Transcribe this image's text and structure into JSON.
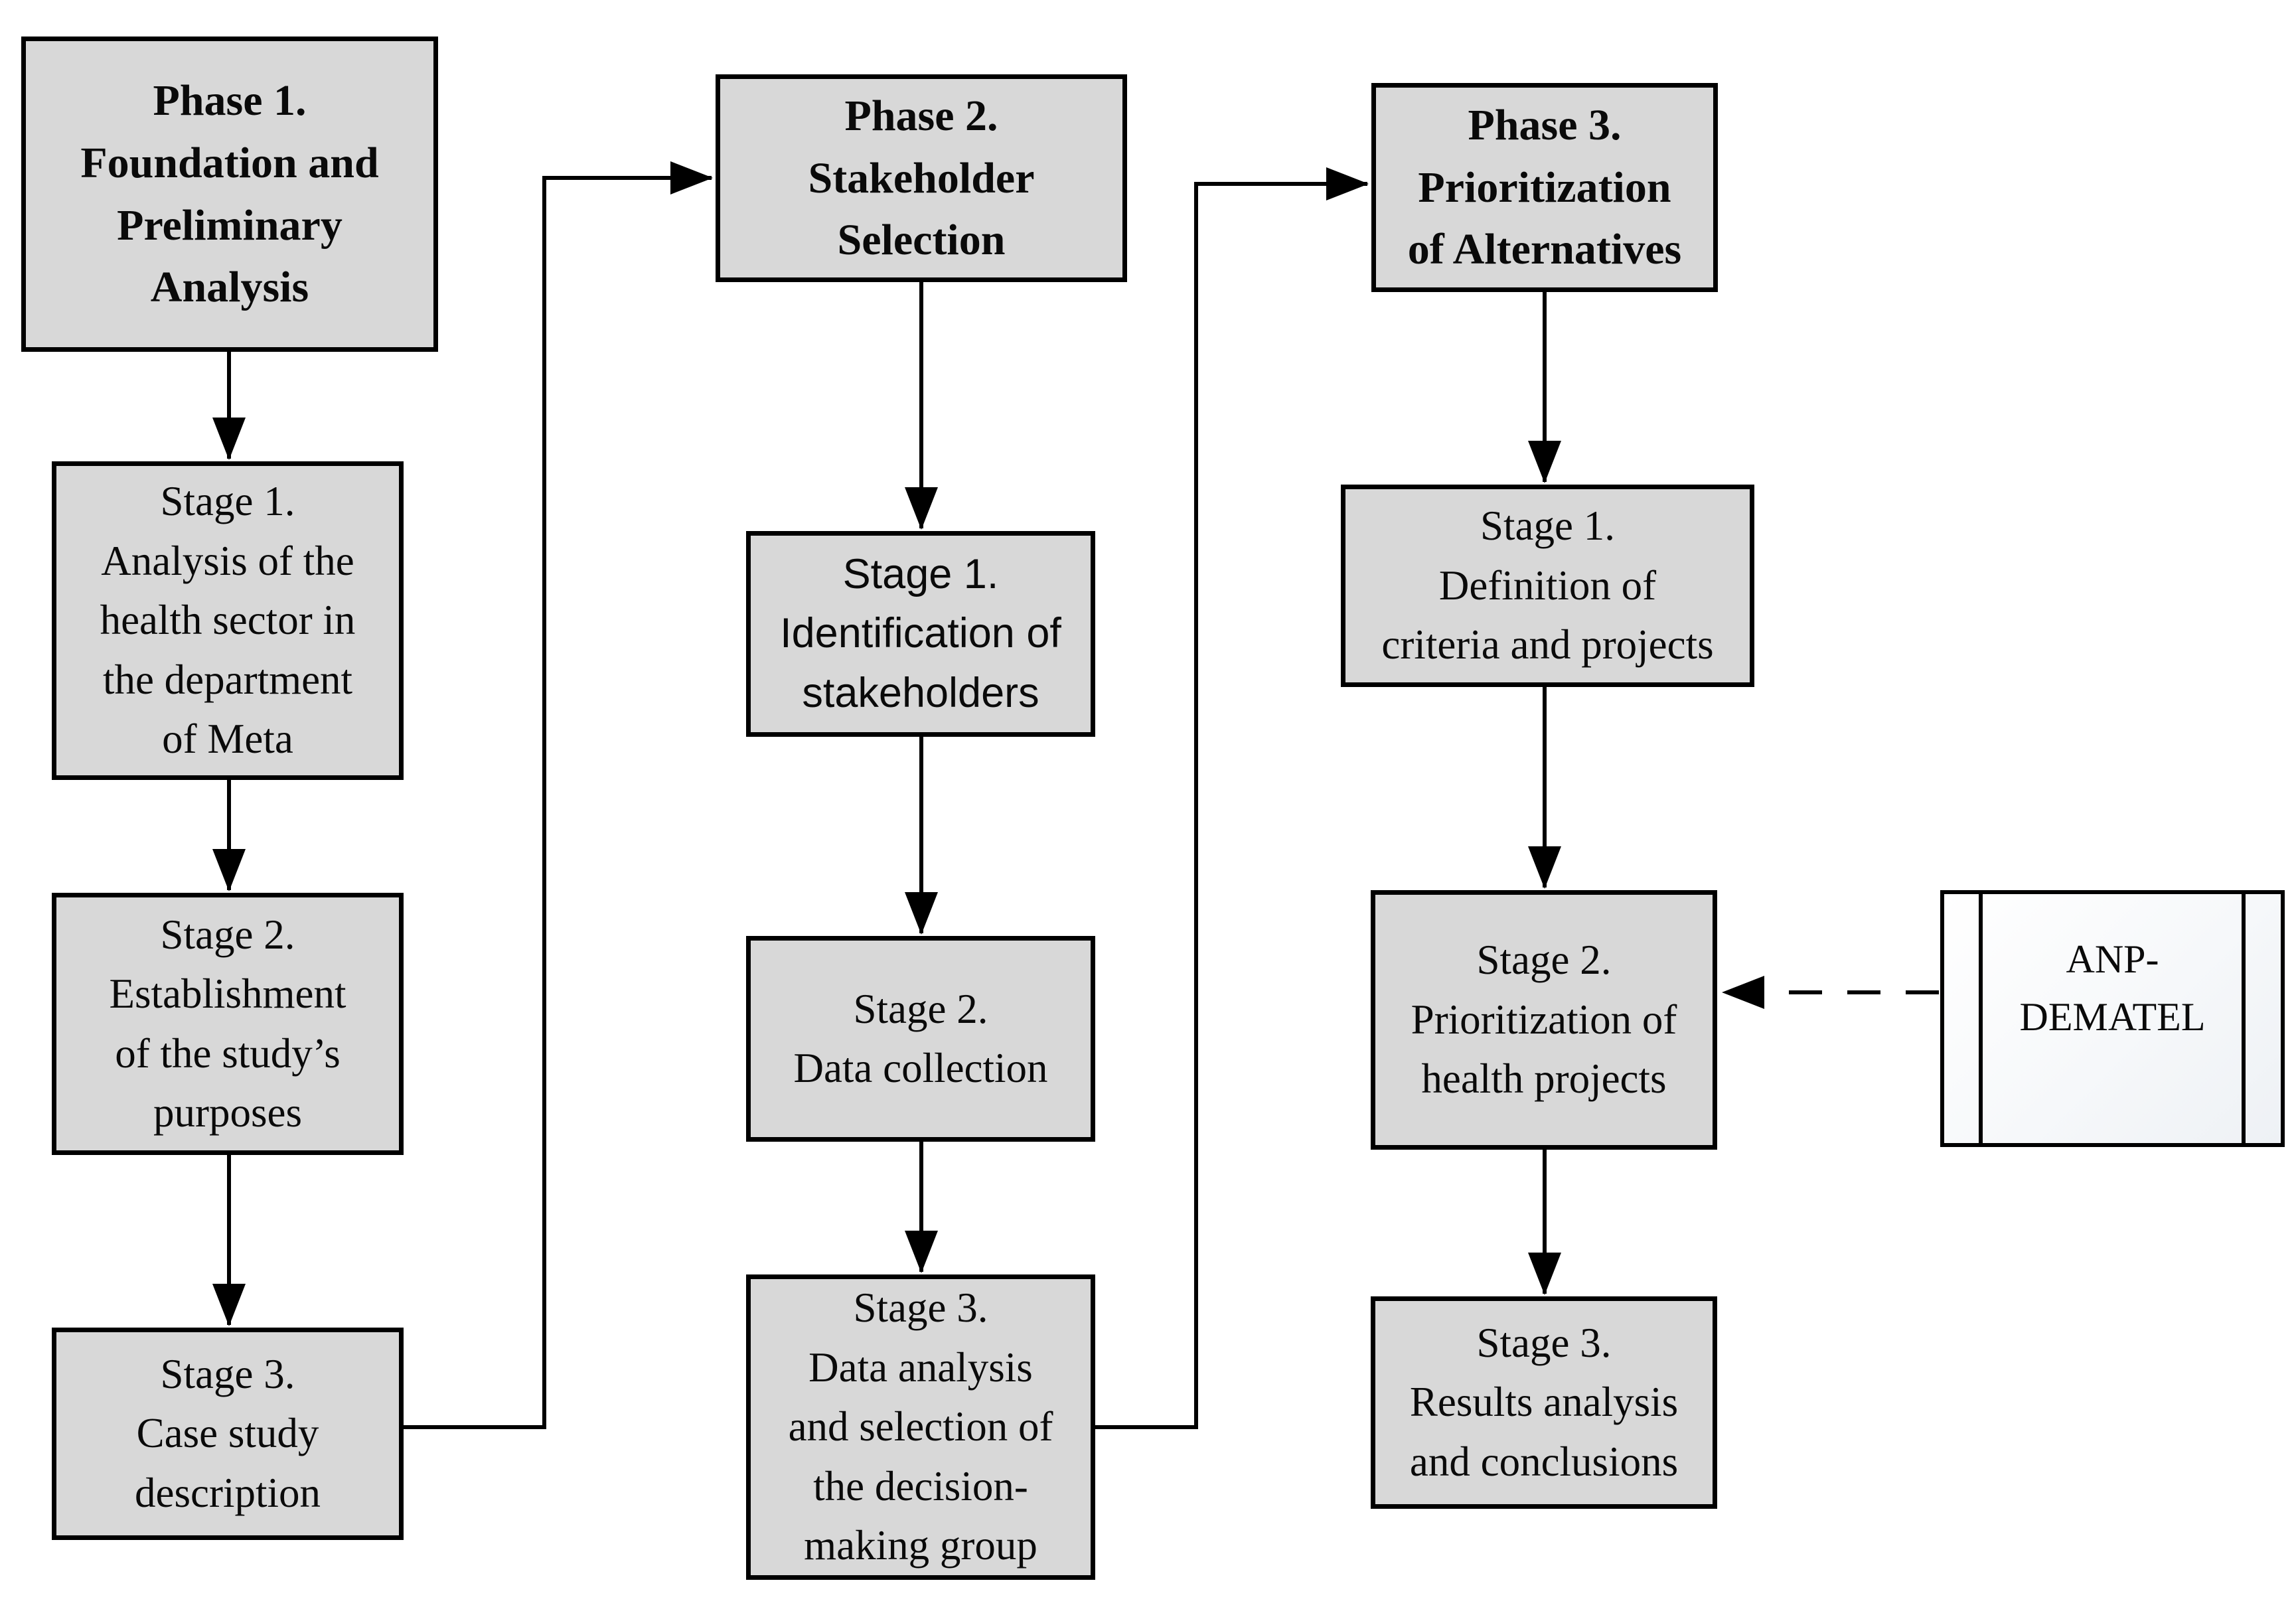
{
  "figure_type": "flowchart",
  "colors": {
    "stage_fill": "#d8d8d8",
    "border": "#000000",
    "side_box_fill": "#f2f5f8",
    "background": "#ffffff"
  },
  "columns": [
    {
      "phase": {
        "label": "Phase 1.\nFoundation and\nPreliminary\nAnalysis"
      },
      "stages": [
        {
          "label": "Stage 1.\nAnalysis of the\nhealth sector in\nthe department\nof Meta"
        },
        {
          "label": "Stage 2.\nEstablishment\nof the study’s\npurposes"
        },
        {
          "label": "Stage 3.\nCase study\ndescription"
        }
      ]
    },
    {
      "phase": {
        "label": "Phase 2.\nStakeholder\nSelection"
      },
      "stages": [
        {
          "label": "Stage 1.\nIdentification of\nstakeholders"
        },
        {
          "label": "Stage 2.\nData collection"
        },
        {
          "label": "Stage 3.\nData analysis\nand selection of\nthe decision-\nmaking group"
        }
      ]
    },
    {
      "phase": {
        "label": "Phase 3.\nPrioritization\nof Alternatives"
      },
      "stages": [
        {
          "label": "Stage 1.\nDefinition of\ncriteria and projects"
        },
        {
          "label": "Stage 2.\nPrioritization of\nhealth projects"
        },
        {
          "label": "Stage 3.\nResults analysis\nand conclusions"
        }
      ]
    }
  ],
  "side_box": {
    "label": "ANP-\nDEMATEL"
  }
}
